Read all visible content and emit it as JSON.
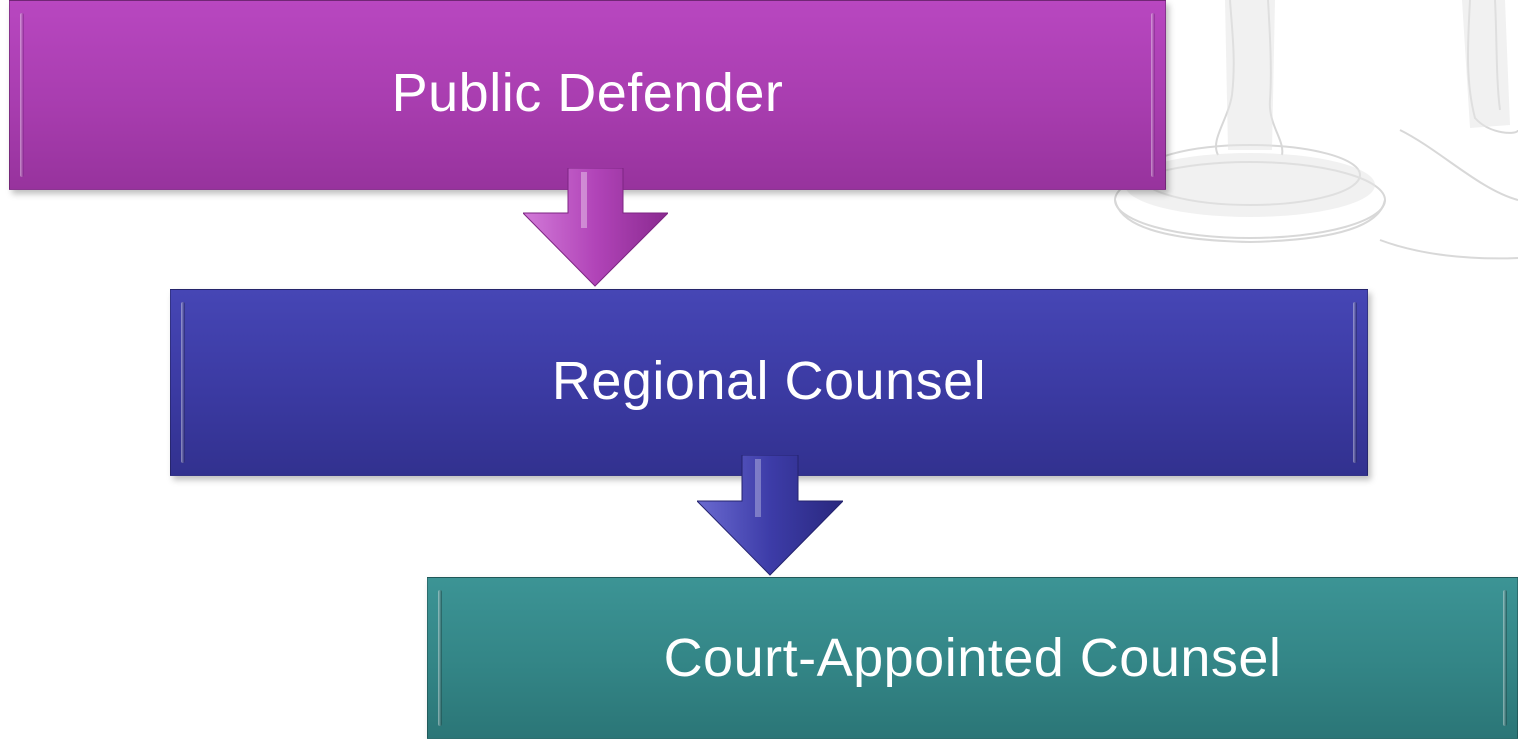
{
  "diagram": {
    "steps": [
      {
        "label": "Public Defender",
        "color": "#a83daf"
      },
      {
        "label": "Regional Counsel",
        "color": "#3b3aa2"
      },
      {
        "label": "Court-Appointed Counsel",
        "color": "#338586"
      }
    ],
    "connector_icon": "down-arrow-icon",
    "background_image": "scales-of-justice-sketch"
  }
}
